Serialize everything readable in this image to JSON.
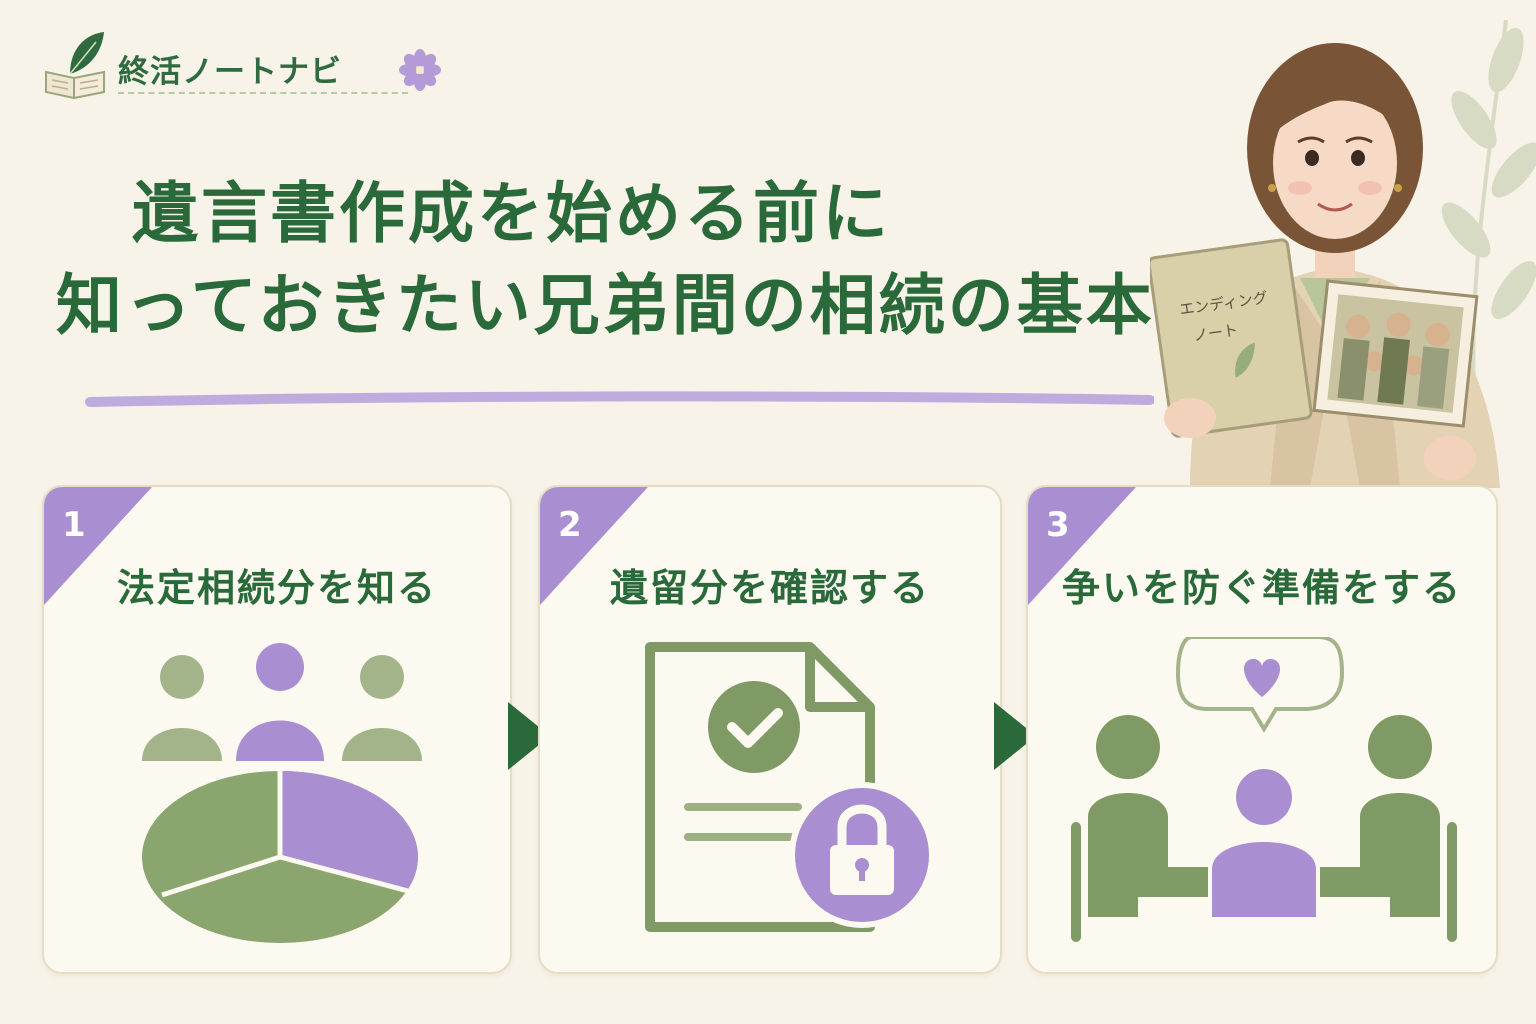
{
  "brand": {
    "name": "終活ノートナビ",
    "logo_icon": "book-leaf-icon",
    "flower_icon": "flower-icon"
  },
  "headline": {
    "line1": "遺言書作成を始める前に",
    "line2": "知っておきたい兄弟間の相続の基本"
  },
  "portrait": {
    "book_label": "エンディング\nノート"
  },
  "steps": [
    {
      "number": "1",
      "title": "法定相続分を知る",
      "icon": "people-pie-chart-icon"
    },
    {
      "number": "2",
      "title": "遺留分を確認する",
      "icon": "document-check-lock-icon"
    },
    {
      "number": "3",
      "title": "争いを防ぐ準備をする",
      "icon": "family-talk-heart-icon"
    }
  ],
  "colors": {
    "green_dark": "#2a6a3a",
    "green_soft": "#8aa66e",
    "purple": "#a98fd1",
    "background": "#f8f3e8"
  }
}
